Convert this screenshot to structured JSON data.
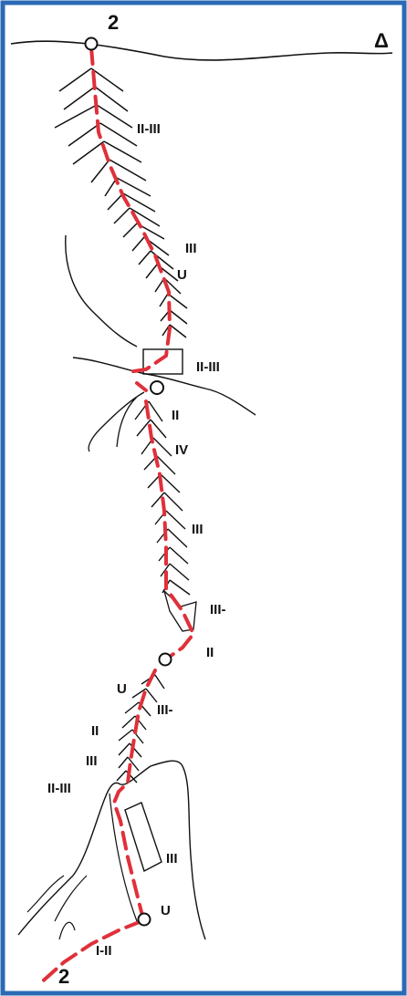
{
  "route_number_top": "2",
  "route_number_bottom": "2",
  "summit_symbol": "Δ",
  "grades": {
    "g1": "II-III",
    "g2": "III",
    "g3": "U",
    "g4": "II-III",
    "g5": "II",
    "g6": "IV",
    "g7": "III",
    "g8": "III-",
    "g9": "II",
    "g10": "U",
    "g11": "III-",
    "g12": "II",
    "g13": "III",
    "g14": "II-III",
    "g15": "III",
    "g16": "U",
    "g17": "I-II"
  },
  "colors": {
    "frame": "#2a6ab5",
    "route": "#e0303a",
    "ink": "#111111"
  }
}
